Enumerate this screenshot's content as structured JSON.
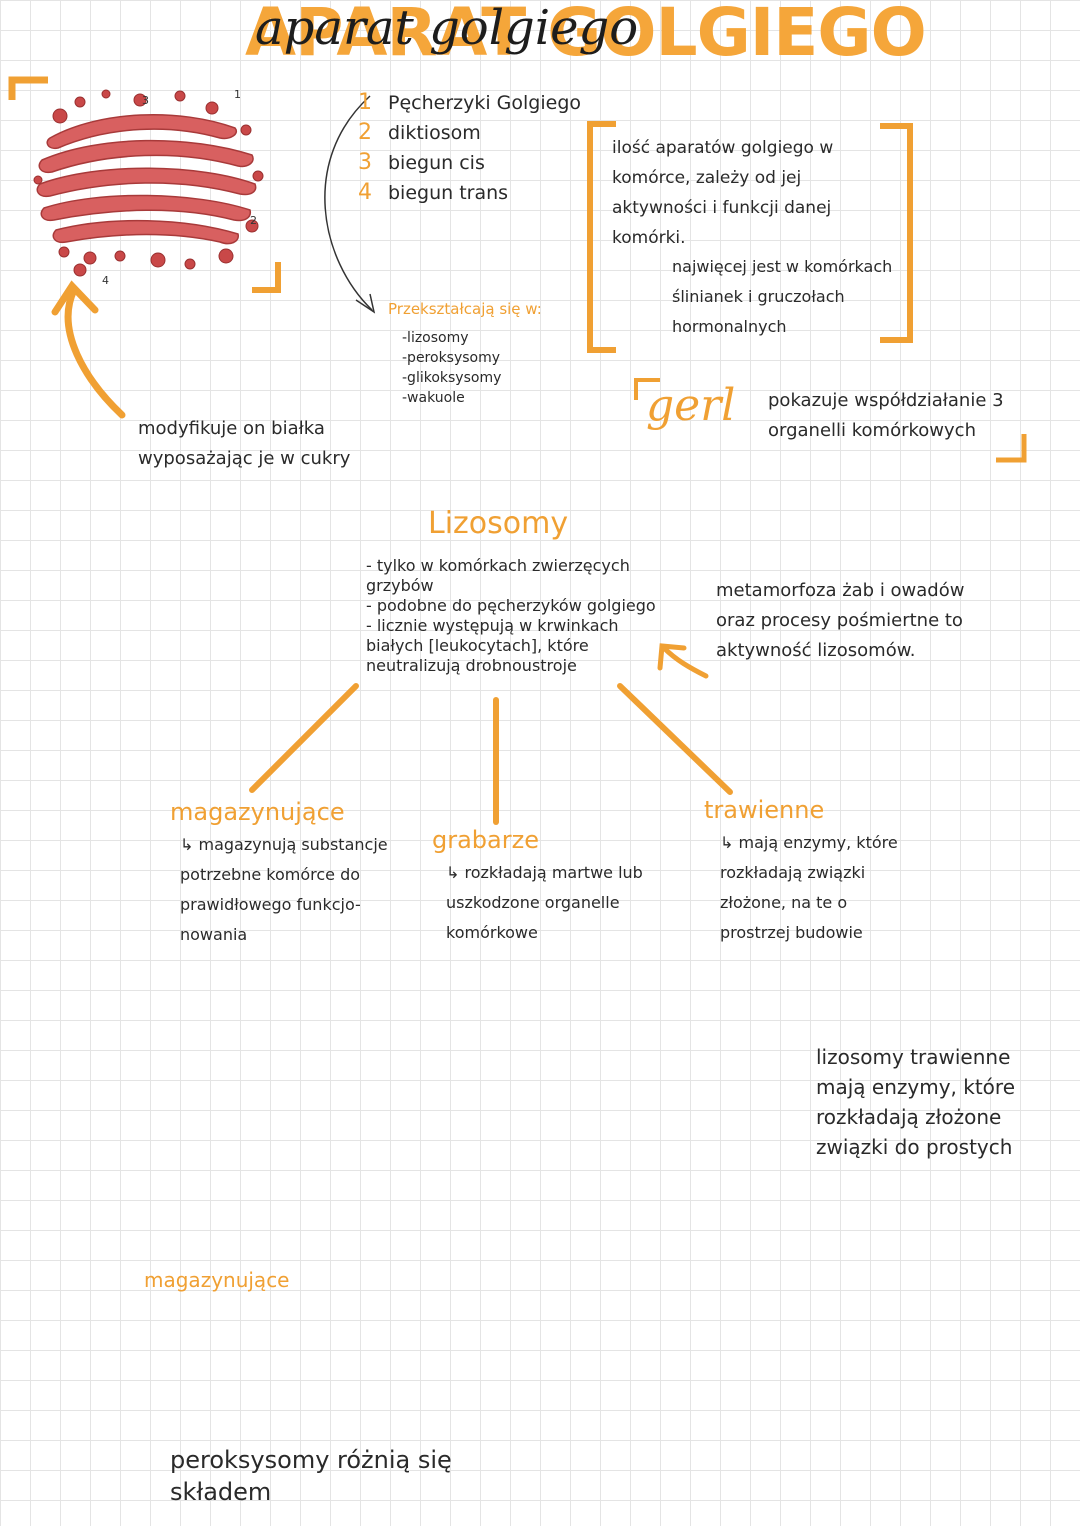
{
  "title": {
    "caps": "APARAT GOLGIEGO",
    "script": "aparat golgiego"
  },
  "diagram_labels": [
    "3",
    "1",
    "2",
    "4"
  ],
  "parts": [
    {
      "num": "1",
      "text": "Pęcherzyki Golgiego"
    },
    {
      "num": "2",
      "text": "diktiosom"
    },
    {
      "num": "3",
      "text": "biegun cis"
    },
    {
      "num": "4",
      "text": "biegun trans"
    }
  ],
  "info_box": {
    "text": "ilość aparatów golgiego w komórce, zależy od jej aktywności i funkcji danej komórki.",
    "sub": "najwięcej jest w komórkach ślinianek i gruczołach hormonalnych"
  },
  "transform": {
    "heading": "Przekształcają się w:",
    "items": [
      "-lizosomy",
      "-peroksysomy",
      "-glikoksysomy",
      "-wakuole"
    ]
  },
  "modify_text": "modyfikuje on białka wyposażając je w cukry",
  "gerl": {
    "word": "gerl",
    "desc": "pokazuje współdziałanie 3 organelli komórkowych"
  },
  "lizosomy": {
    "title": "Lizosomy",
    "items": [
      "- tylko w komórkach zwierzęcych grzybów",
      "- podobne do pęcherzyków golgiego",
      "- licznie występują w krwinkach białych [leukocytach], które neutralizują drobnoustroje"
    ]
  },
  "metamorph": "metamorfoza żab i owadów oraz procesy pośmiertne to aktywność lizosomów.",
  "branches": {
    "magazynujace": {
      "title": "magazynujące",
      "desc": "↳ magazynują substancje potrzebne komórce do prawidłowego funkcjo-nowania"
    },
    "grabarze": {
      "title": "grabarze",
      "desc": "↳ rozkładają martwe lub uszkodzone organelle komórkowe"
    },
    "trawienne": {
      "title": "trawienne",
      "desc": "↳ mają enzymy, które rozkładają związki złożone, na te o prostrzej budowie"
    }
  },
  "bottom_note": "lizosomy trawienne mają enzymy, które rozkładają złożone związki do prostych",
  "lone_word": "magazynujące",
  "peroksysomy_note": "peroksysomy różnią się składem",
  "colors": {
    "accent": "#f0a033",
    "ink": "#2a2a2a",
    "grid": "#e4e4e4",
    "cell": "#d86060"
  }
}
